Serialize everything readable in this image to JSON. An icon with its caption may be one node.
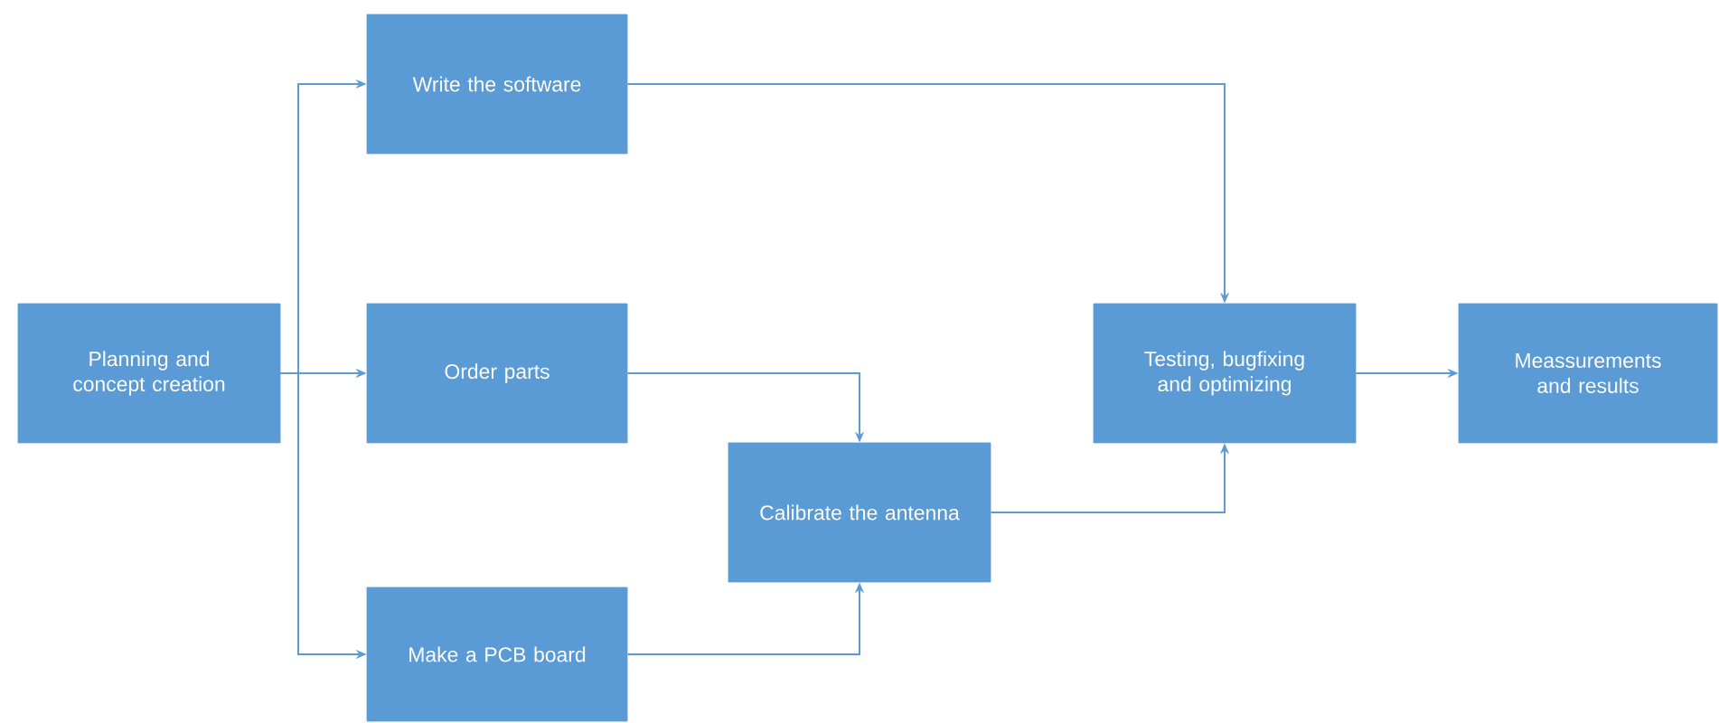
{
  "diagram": {
    "nodes": [
      {
        "text": [
          "Planning and concept creation"
        ]
      },
      {
        "text": [
          "Write the software"
        ]
      },
      {
        "text": [
          "Order parts"
        ]
      },
      {
        "text": [
          "Make a PCB board"
        ]
      },
      {
        "text": [
          "Calibrate the antenna"
        ]
      },
      {
        "text": [
          "Testing, bugfixing and optimizing"
        ]
      },
      {
        "text": [
          "Meassurements and results"
        ]
      }
    ],
    "edges": [
      {
        "from": 0,
        "to": 1,
        "arrow": "to"
      },
      {
        "from": 0,
        "to": 2,
        "arrow": "to"
      },
      {
        "from": 0,
        "to": 3,
        "arrow": "to"
      },
      {
        "from": 1,
        "to": 5,
        "arrow": "to"
      },
      {
        "from": 2,
        "to": 4,
        "arrow": "to"
      },
      {
        "from": 3,
        "to": 4,
        "arrow": "to"
      },
      {
        "from": 4,
        "to": 5,
        "arrow": "to"
      },
      {
        "from": 5,
        "to": 6,
        "arrow": "to"
      }
    ]
  }
}
